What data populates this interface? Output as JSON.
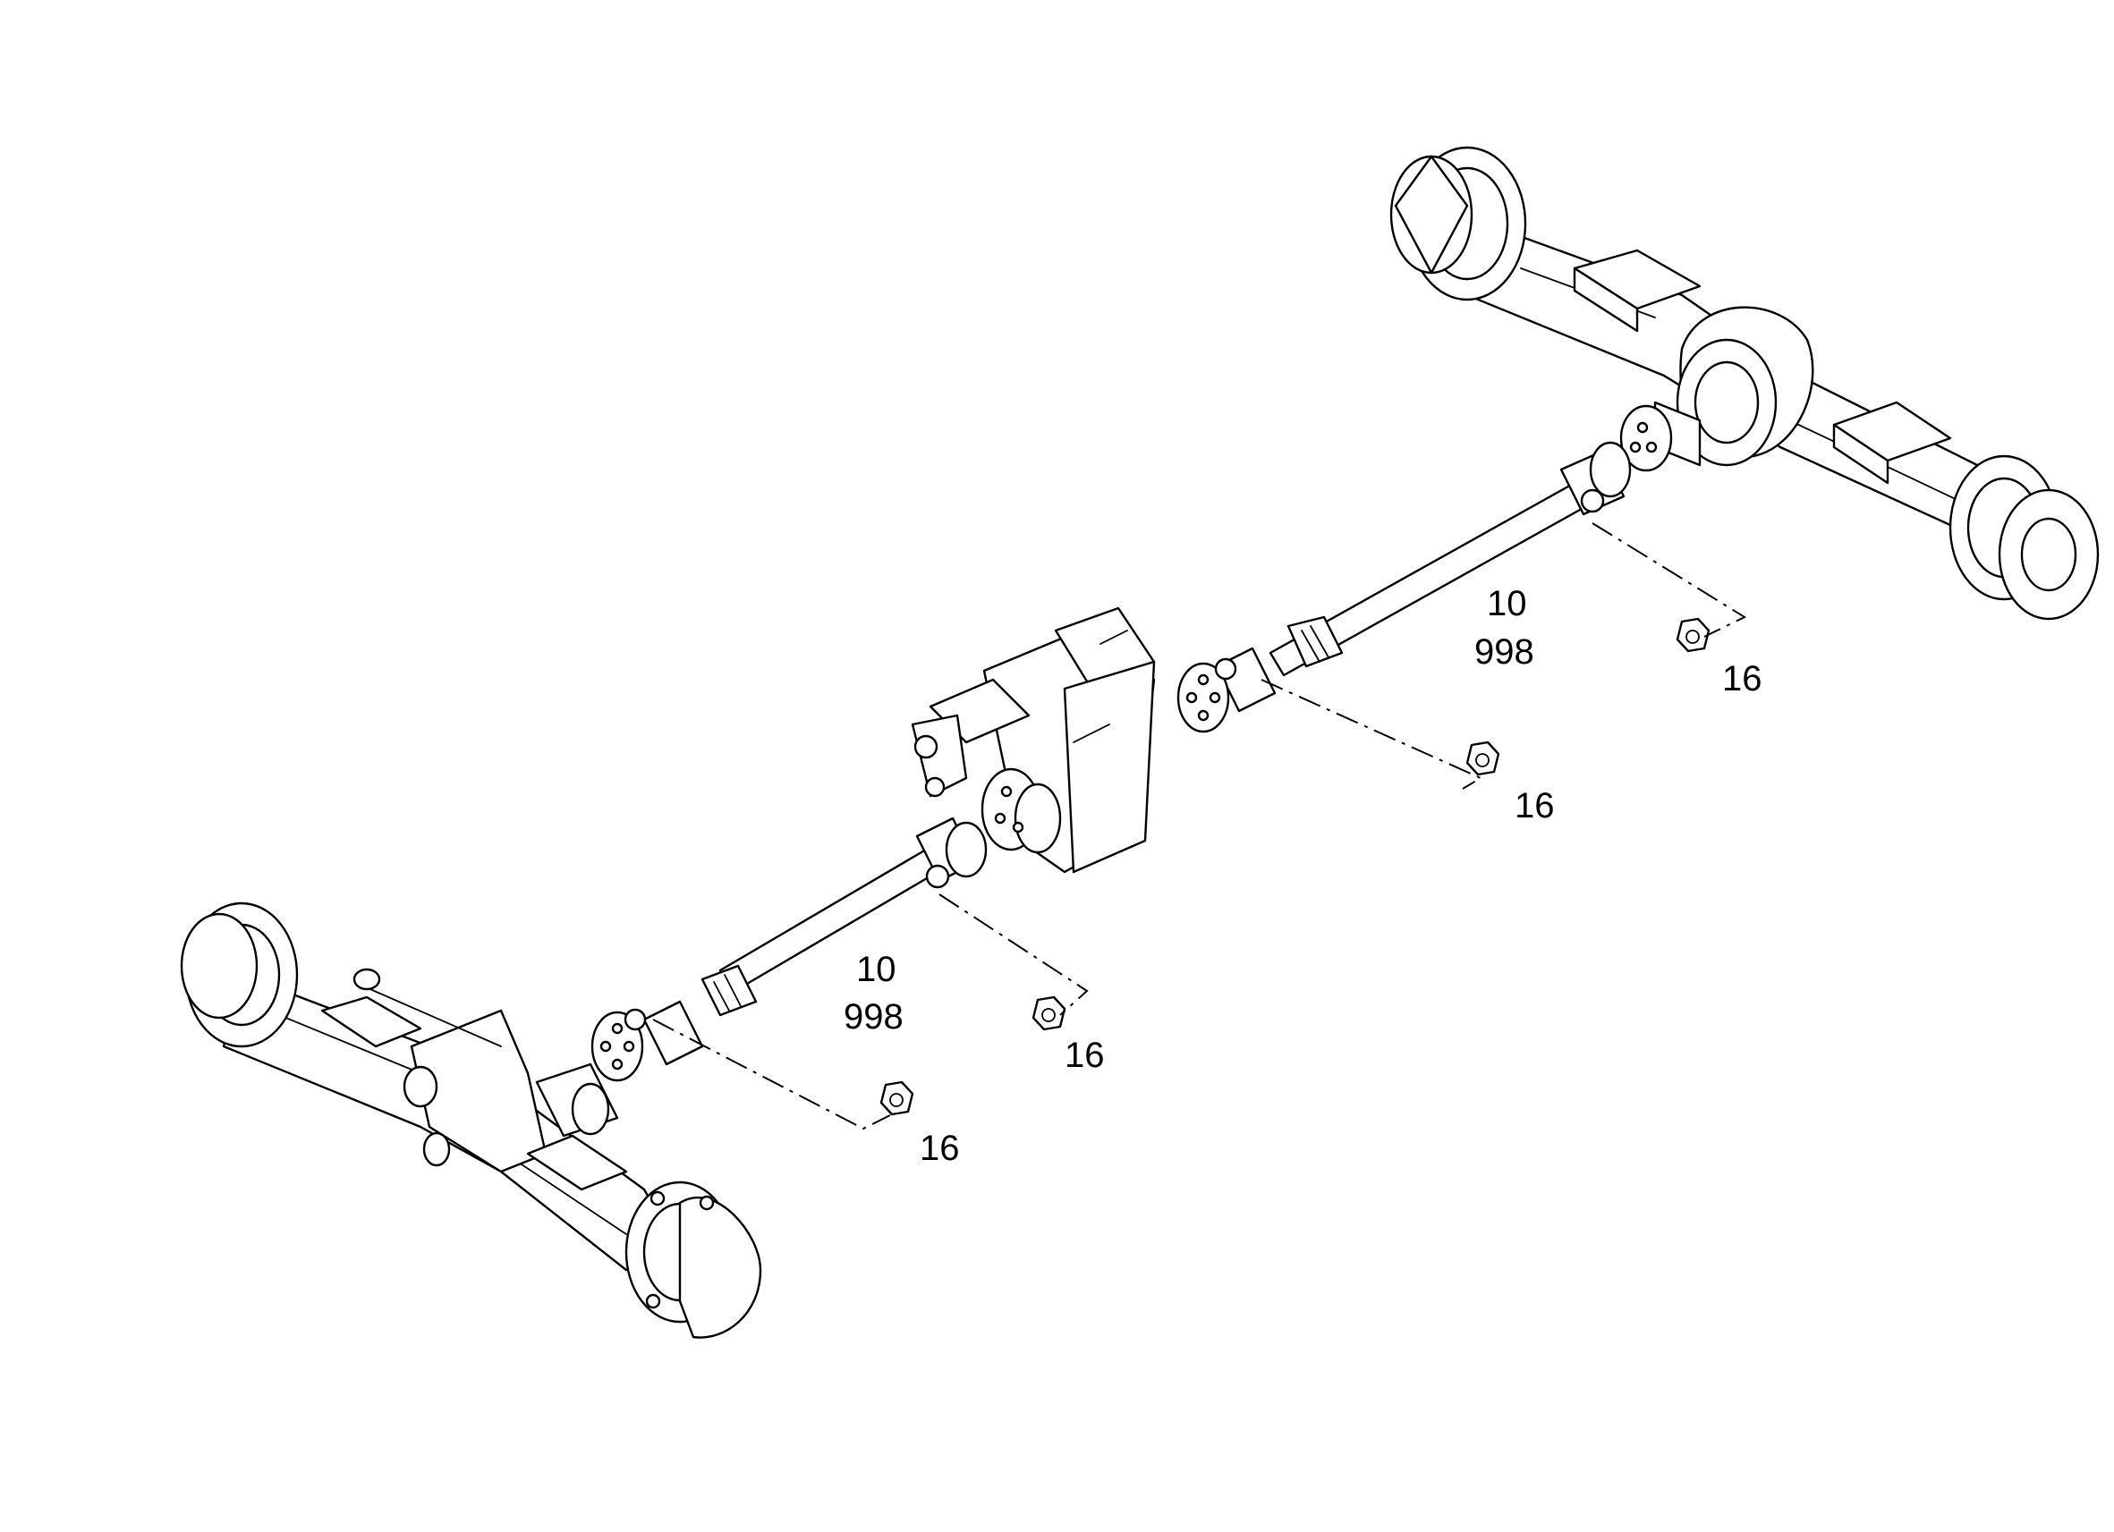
{
  "callouts": {
    "shaft_rear_number": "10",
    "shaft_rear_code": "998",
    "shaft_front_number": "10",
    "shaft_front_code": "998",
    "nut_rear_upper": "16",
    "nut_rear_lower": "16",
    "nut_front_upper": "16",
    "nut_front_lower": "16"
  }
}
